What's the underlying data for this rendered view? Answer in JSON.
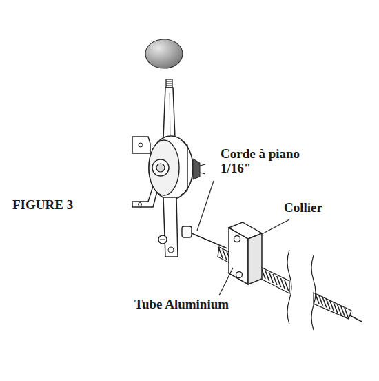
{
  "diagram": {
    "labels": [
      "FIGURE 3",
      "Corde à piano 1/16\"",
      "Collier",
      "Tube Aluminium"
    ]
  }
}
